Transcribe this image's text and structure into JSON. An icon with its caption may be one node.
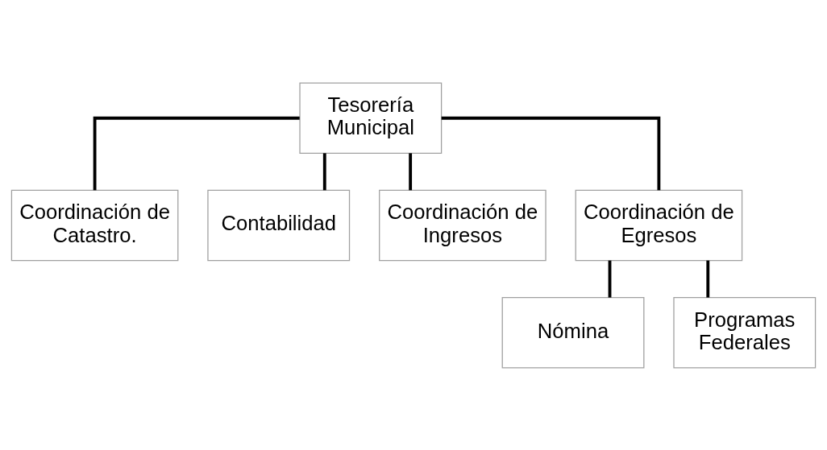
{
  "diagram": {
    "nodes": [
      {
        "text": [
          "Tesorería Municipal"
        ]
      },
      {
        "text": [
          "Coordinación de Catastro."
        ]
      },
      {
        "text": [
          "Contabilidad"
        ]
      },
      {
        "text": [
          "Coordinación de Ingresos"
        ]
      },
      {
        "text": [
          "Coordinación de Egresos"
        ]
      },
      {
        "text": [
          "Nómina"
        ]
      },
      {
        "text": [
          "Programas Federales"
        ]
      }
    ],
    "edges": [
      {
        "from": 0,
        "to": 1,
        "arrow": "none"
      },
      {
        "from": 0,
        "to": 2,
        "arrow": "none"
      },
      {
        "from": 0,
        "to": 3,
        "arrow": "none"
      },
      {
        "from": 0,
        "to": 4,
        "arrow": "none"
      },
      {
        "from": 4,
        "to": 5,
        "arrow": "none"
      },
      {
        "from": 4,
        "to": 6,
        "arrow": "none"
      }
    ]
  }
}
